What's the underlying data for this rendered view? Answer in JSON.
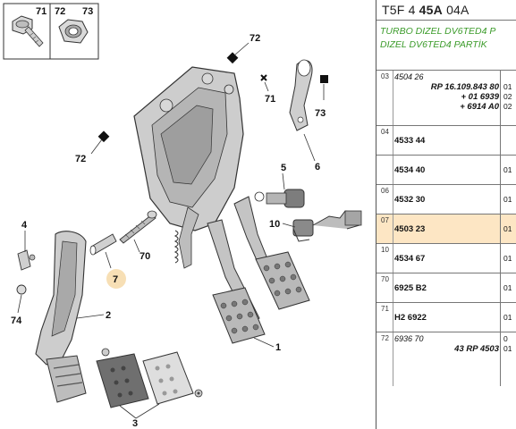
{
  "diagram": {
    "inset_labels": [
      "71",
      "72",
      "73"
    ],
    "callouts": [
      "72",
      "71",
      "73",
      "72",
      "6",
      "5",
      "10",
      "4",
      "70",
      "7",
      "2",
      "74",
      "1",
      "3"
    ]
  },
  "panel": {
    "model_code_prefix": "T5F 4",
    "model_code_bold": "45A",
    "model_code_suffix": "04A",
    "description_line1": "TURBO DIZEL DV6TED4 P",
    "description_line2": "DIZEL DV6TED4 PARTİK",
    "rows": [
      {
        "pos": "03",
        "lines": [
          {
            "ref": "4504 26",
            "style": "italic",
            "qty": ""
          },
          {
            "ref": "RP 16.109.843 80",
            "style": "right",
            "qty": "01"
          },
          {
            "ref": "+ 01 6939",
            "style": "right",
            "qty": "02"
          },
          {
            "ref": "+ 6914 A0",
            "style": "right",
            "qty": "02"
          }
        ]
      },
      {
        "pos": "04",
        "lines": [
          {
            "ref": "4533 44",
            "style": "bold",
            "qty": ""
          }
        ]
      },
      {
        "pos": "",
        "lines": [
          {
            "ref": "4534 40",
            "style": "bold",
            "qty": "01"
          }
        ]
      },
      {
        "pos": "06",
        "lines": [
          {
            "ref": "4532 30",
            "style": "bold",
            "qty": "01"
          }
        ]
      },
      {
        "pos": "07",
        "lines": [
          {
            "ref": "4503 23",
            "style": "bold",
            "qty": "01"
          }
        ],
        "highlight": true
      },
      {
        "pos": "10",
        "lines": [
          {
            "ref": "4534 67",
            "style": "bold",
            "qty": "01"
          }
        ]
      },
      {
        "pos": "70",
        "lines": [
          {
            "ref": "6925 B2",
            "style": "bold",
            "qty": "01"
          }
        ]
      },
      {
        "pos": "71",
        "lines": [
          {
            "ref": "H2 6922",
            "style": "bold",
            "qty": "01"
          }
        ]
      },
      {
        "pos": "72",
        "lines": [
          {
            "ref": "6936 70",
            "style": "italic",
            "qty": "0"
          },
          {
            "ref": "43 RP 4503",
            "style": "right",
            "qty": "01"
          }
        ]
      }
    ]
  },
  "colors": {
    "highlight": "#fde6c4",
    "description_text": "#3b9b2a",
    "part_fill": "#c9c9c9",
    "part_dark": "#8a8a8a"
  }
}
